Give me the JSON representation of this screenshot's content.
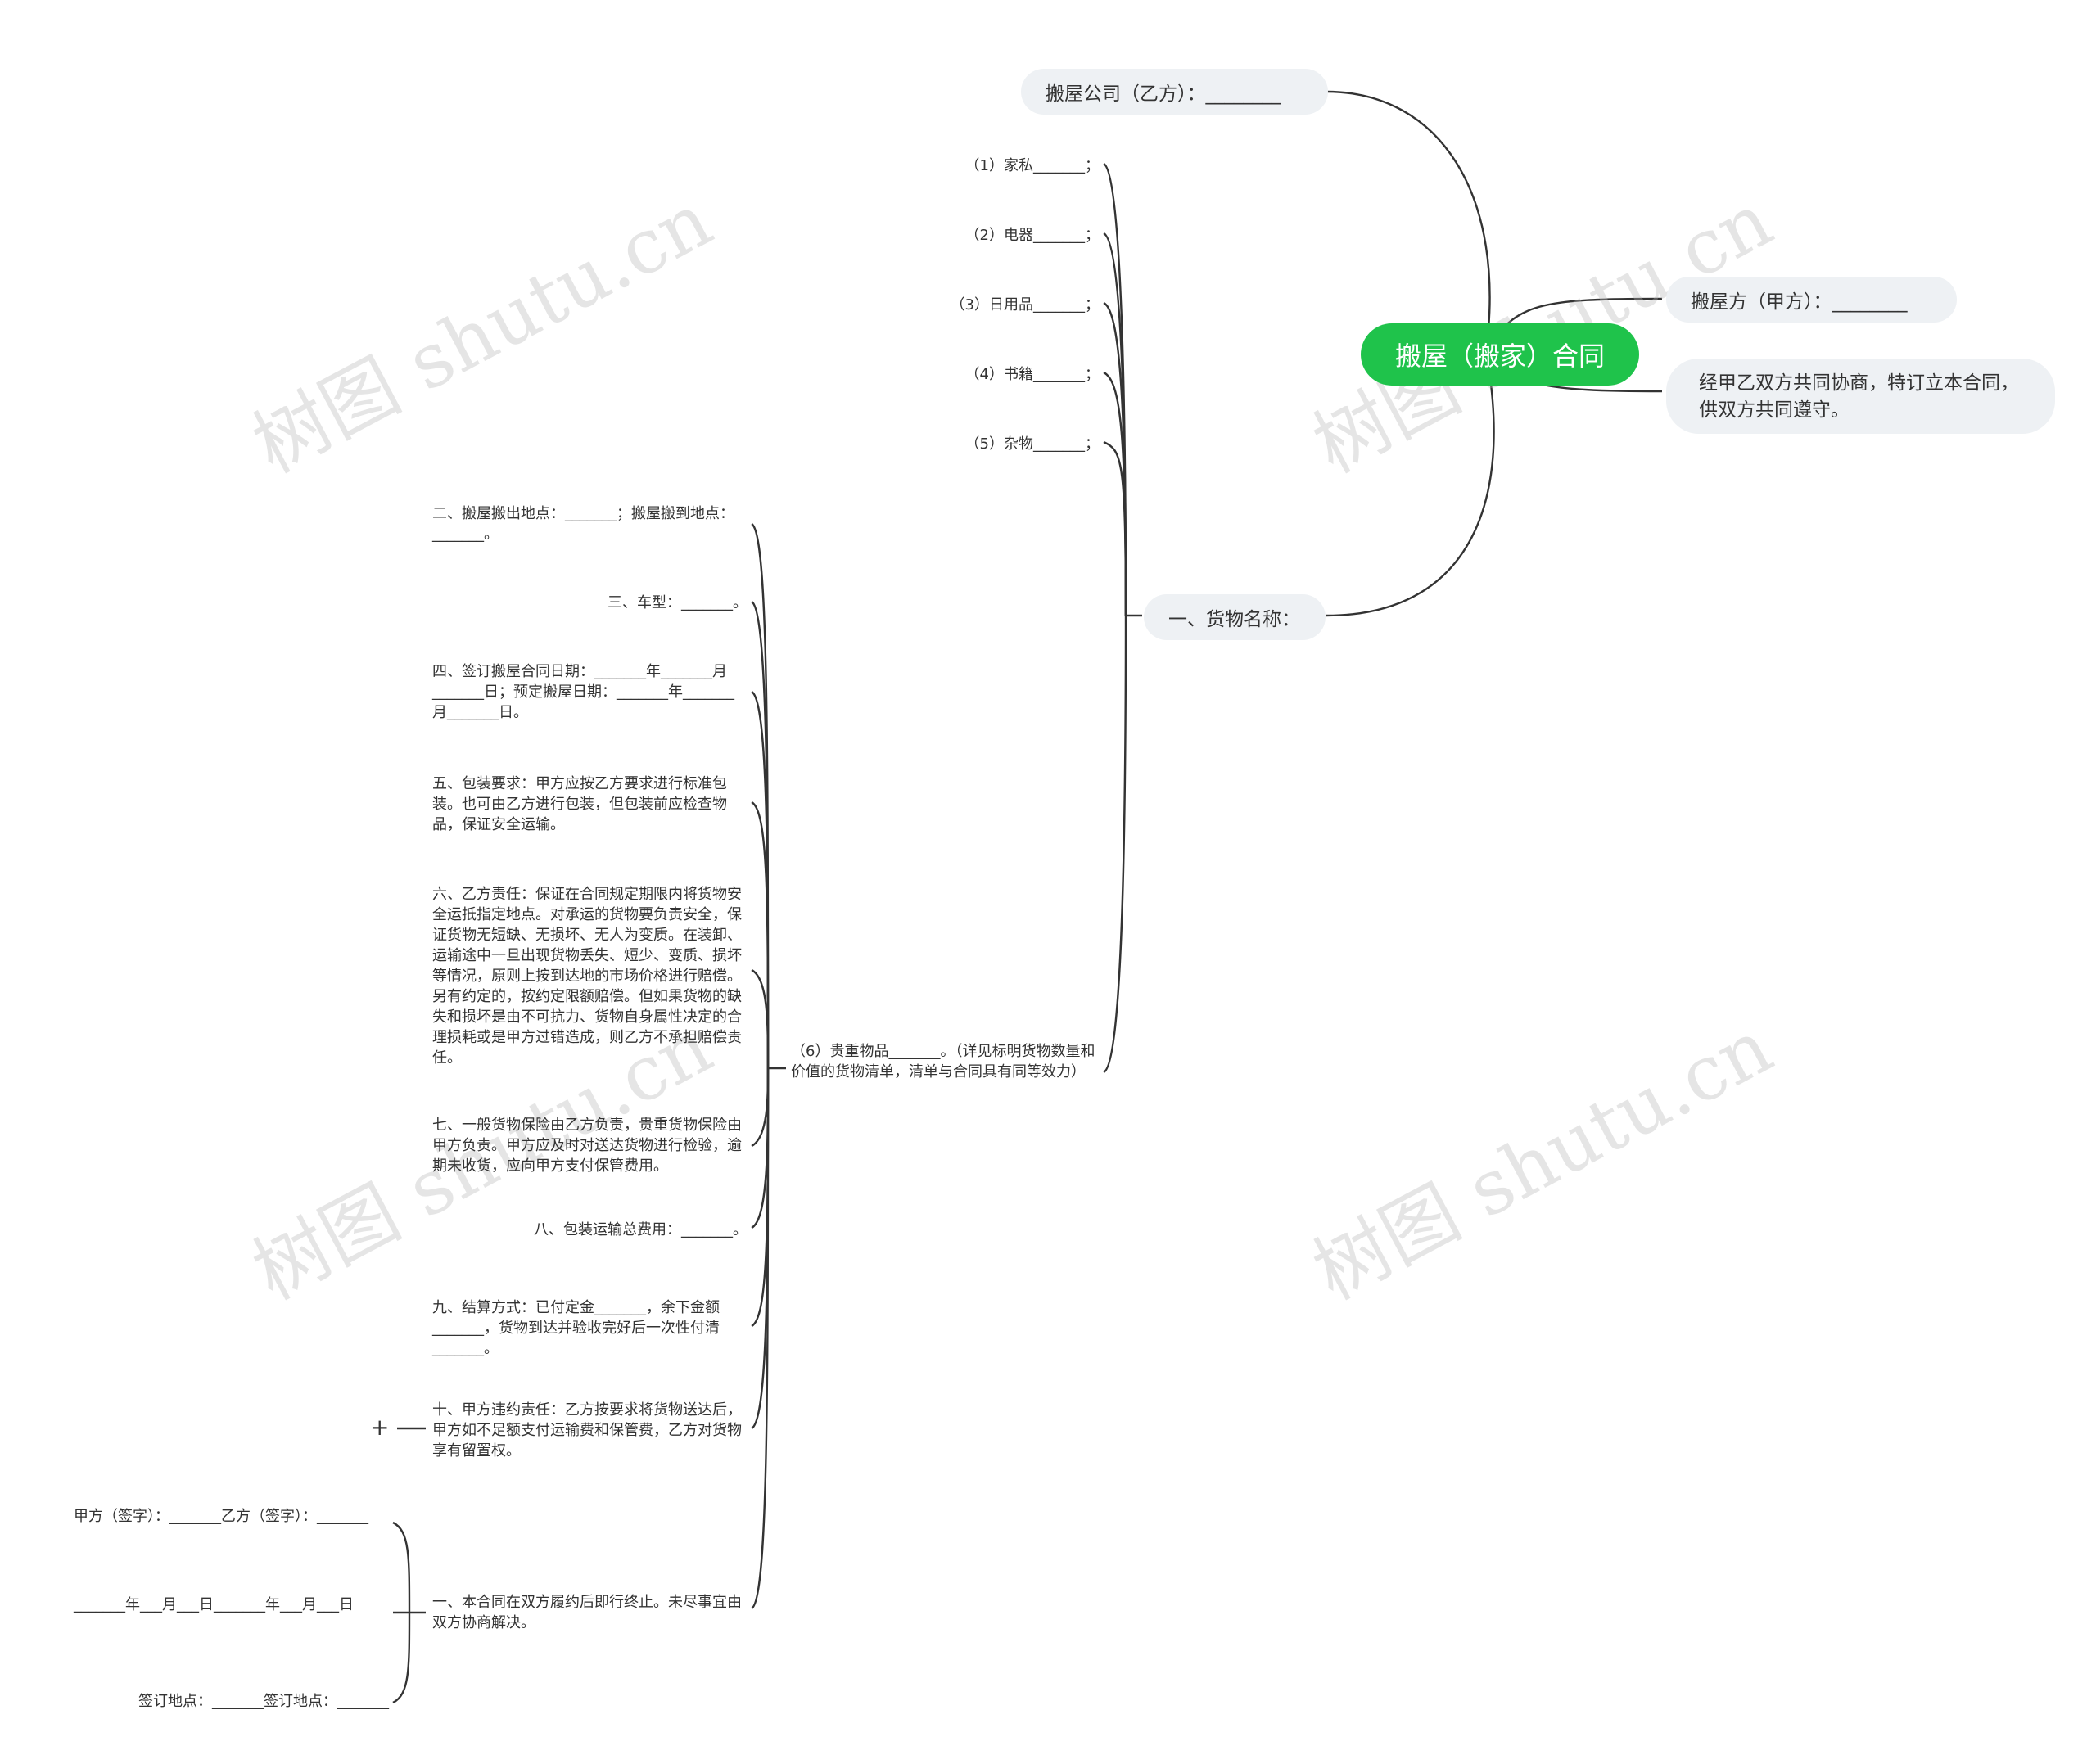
{
  "root": {
    "title": "搬屋（搬家）合同"
  },
  "right_nodes": {
    "party_a": "搬屋方（甲方）：________",
    "intro": "经甲乙双方共同协商，特订立本合同，供双方共同遵守。"
  },
  "company_node": "搬屋公司（乙方）：________",
  "goods_node": "一、货物名称：",
  "goods_items": [
    "（1）家私_______；",
    "（2）电器_______；",
    "（3）日用品_______；",
    "（4）书籍_______；",
    "（5）杂物_______；"
  ],
  "valuables": "（6）贵重物品_______。（详见标明货物数量和价值的货物清单，清单与合同具有同等效力）",
  "clauses": [
    "二、搬屋搬出地点：_______；搬屋搬到地点：_______。",
    "三、车型：_______。",
    "四、签订搬屋合同日期：_______年_______月_______日；预定搬屋日期：_______年_______月_______日。",
    "五、包装要求：甲方应按乙方要求进行标准包装。也可由乙方进行包装，但包装前应检查物品，保证安全运输。",
    "六、乙方责任：保证在合同规定期限内将货物安全运抵指定地点。对承运的货物要负责安全，保证货物无短缺、无损坏、无人为变质。在装卸、运输途中一旦出现货物丢失、短少、变质、损坏等情况，原则上按到达地的市场价格进行赔偿。另有约定的，按约定限额赔偿。但如果货物的缺失和损坏是由不可抗力、货物自身属性决定的合理损耗或是甲方过错造成，则乙方不承担赔偿责任。",
    "七、一般货物保险由乙方负责，贵重货物保险由甲方负责。甲方应及时对送达货物进行检验，逾期未收货，应向甲方支付保管费用。",
    "八、包装运输总费用：_______。",
    "九、结算方式：已付定金_______，余下金额_______，货物到达并验收完好后一次性付清_______。",
    "十、甲方违约责任：乙方按要求将货物送达后，甲方如不足额支付运输费和保管费，乙方对货物享有留置权。",
    "一、本合同在双方履约后即行终止。未尽事宜由双方协商解决。"
  ],
  "collapsed_marker": "+",
  "signatures": [
    "甲方（签字）：_______乙方（签字）：_______",
    "_______年___月___日_______年___月___日",
    "签订地点：_______签订地点：_______"
  ],
  "watermark": "树图 shutu.cn",
  "colors": {
    "root": "#1fc34b",
    "pill": "#eef1f4",
    "line": "#333333"
  }
}
